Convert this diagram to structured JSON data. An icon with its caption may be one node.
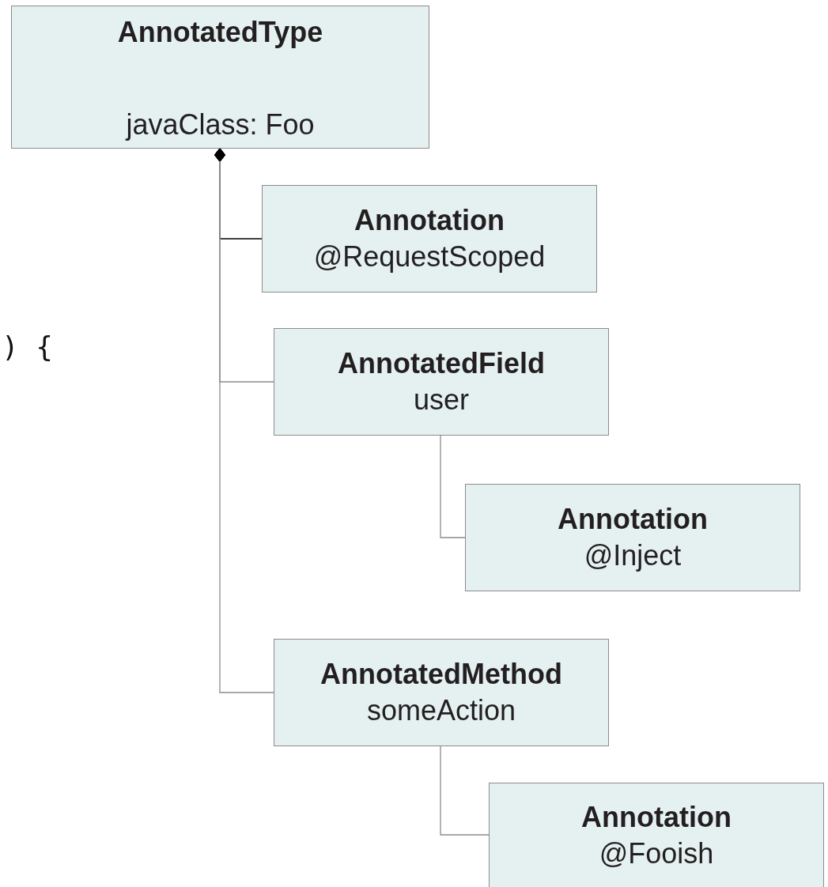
{
  "diagram": {
    "nodes": [
      {
        "text": [
          "AnnotatedType",
          "javaClass: Foo"
        ]
      },
      {
        "text": [
          "Annotation",
          "@RequestScoped"
        ]
      },
      {
        "text": [
          "AnnotatedField",
          "user"
        ]
      },
      {
        "text": [
          "Annotation",
          "@Inject"
        ]
      },
      {
        "text": [
          "AnnotatedMethod",
          "someAction"
        ]
      },
      {
        "text": [
          "Annotation",
          "@Fooish"
        ]
      }
    ],
    "edges": [
      {
        "from": 0,
        "to": 1,
        "arrow": "other",
        "color": "#000000"
      },
      {
        "from": 0,
        "to": 2,
        "arrow": "other"
      },
      {
        "from": 0,
        "to": 4,
        "arrow": "other"
      },
      {
        "from": 2,
        "to": 3,
        "arrow": "none"
      },
      {
        "from": 4,
        "to": 5,
        "arrow": "none"
      }
    ],
    "labels": [
      ") {"
    ]
  }
}
